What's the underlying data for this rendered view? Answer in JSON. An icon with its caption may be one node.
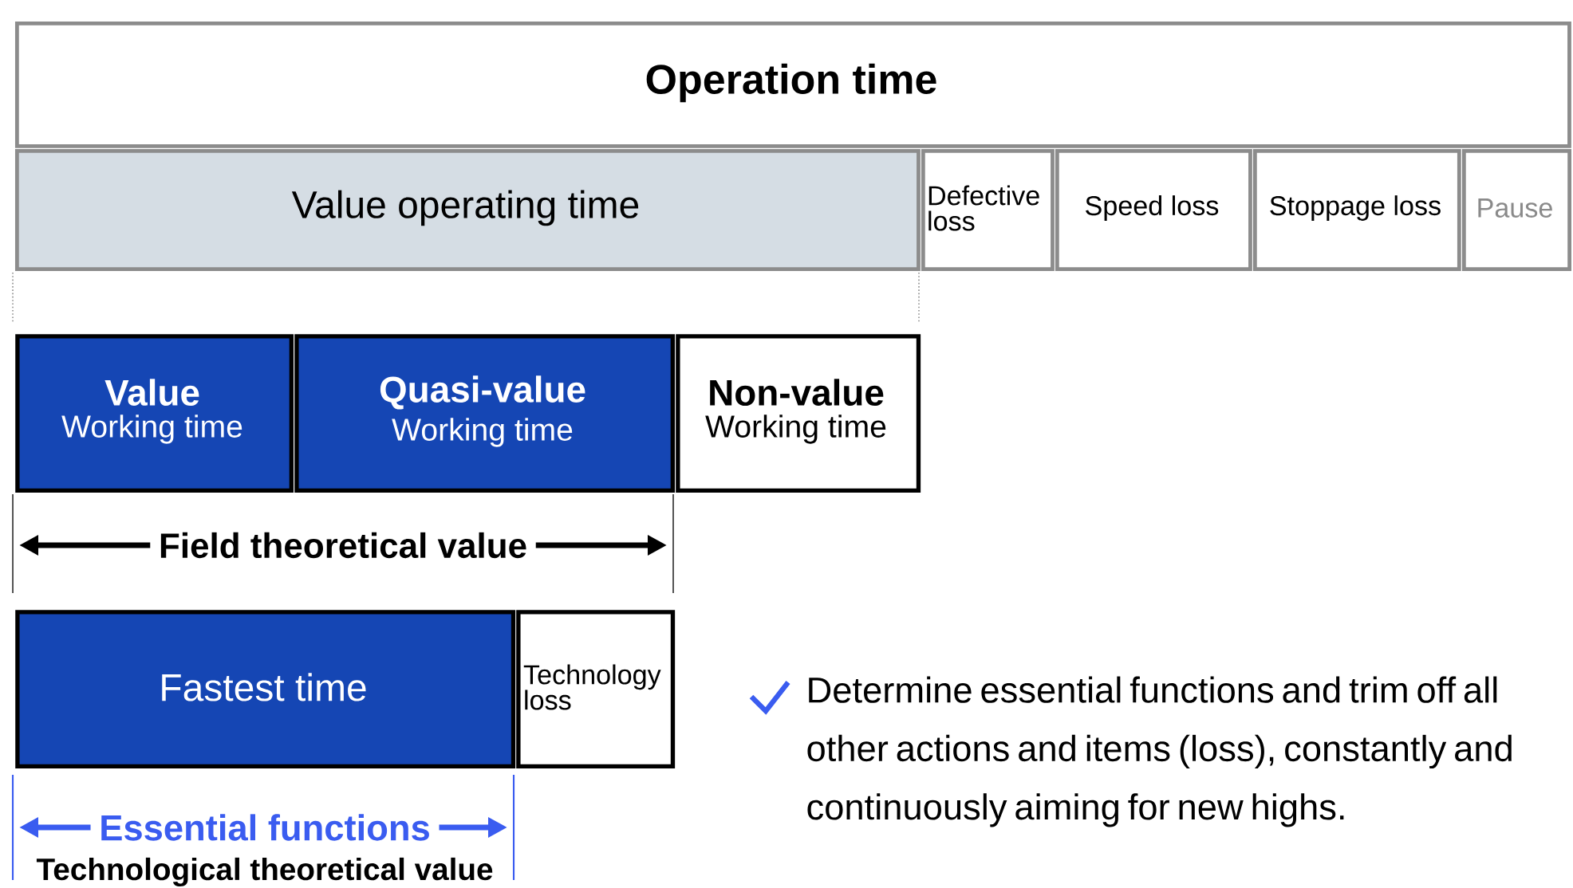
{
  "diagram": {
    "nodes": [
      {
        "text": [
          "Operation time"
        ]
      },
      {
        "text": [
          "Value operating time"
        ]
      },
      {
        "text": [
          "Defective loss"
        ]
      },
      {
        "text": [
          "Speed loss"
        ]
      },
      {
        "text": [
          "Stoppage loss"
        ]
      },
      {
        "text": [
          "Pause"
        ]
      },
      {
        "text": [
          "Value",
          "Working time"
        ]
      },
      {
        "text": [
          "Quasi-value",
          "Working time"
        ]
      },
      {
        "text": [
          "Non-value",
          "Working time"
        ]
      },
      {
        "text": [
          "Fastest time"
        ]
      },
      {
        "text": [
          "Technology loss"
        ]
      }
    ],
    "labels": [
      "Field theoretical value",
      "Essential functions",
      "Technological theoretical value",
      "Determine essential functions and trim off all other actions and items (loss), constantly and continuously aiming for new highs."
    ]
  }
}
